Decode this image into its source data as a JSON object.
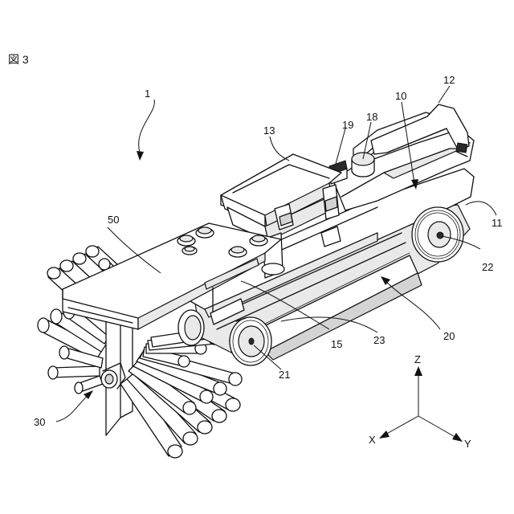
{
  "figure": {
    "title": "図 3"
  },
  "labels": {
    "l1": "1",
    "l10": "10",
    "l11": "11",
    "l12": "12",
    "l13": "13",
    "l15": "15",
    "l18": "18",
    "l19": "19",
    "l20": "20",
    "l21": "21",
    "l22": "22",
    "l23": "23",
    "l30": "30",
    "l50": "50"
  },
  "axes": {
    "x": "X",
    "y": "Y",
    "z": "Z"
  }
}
